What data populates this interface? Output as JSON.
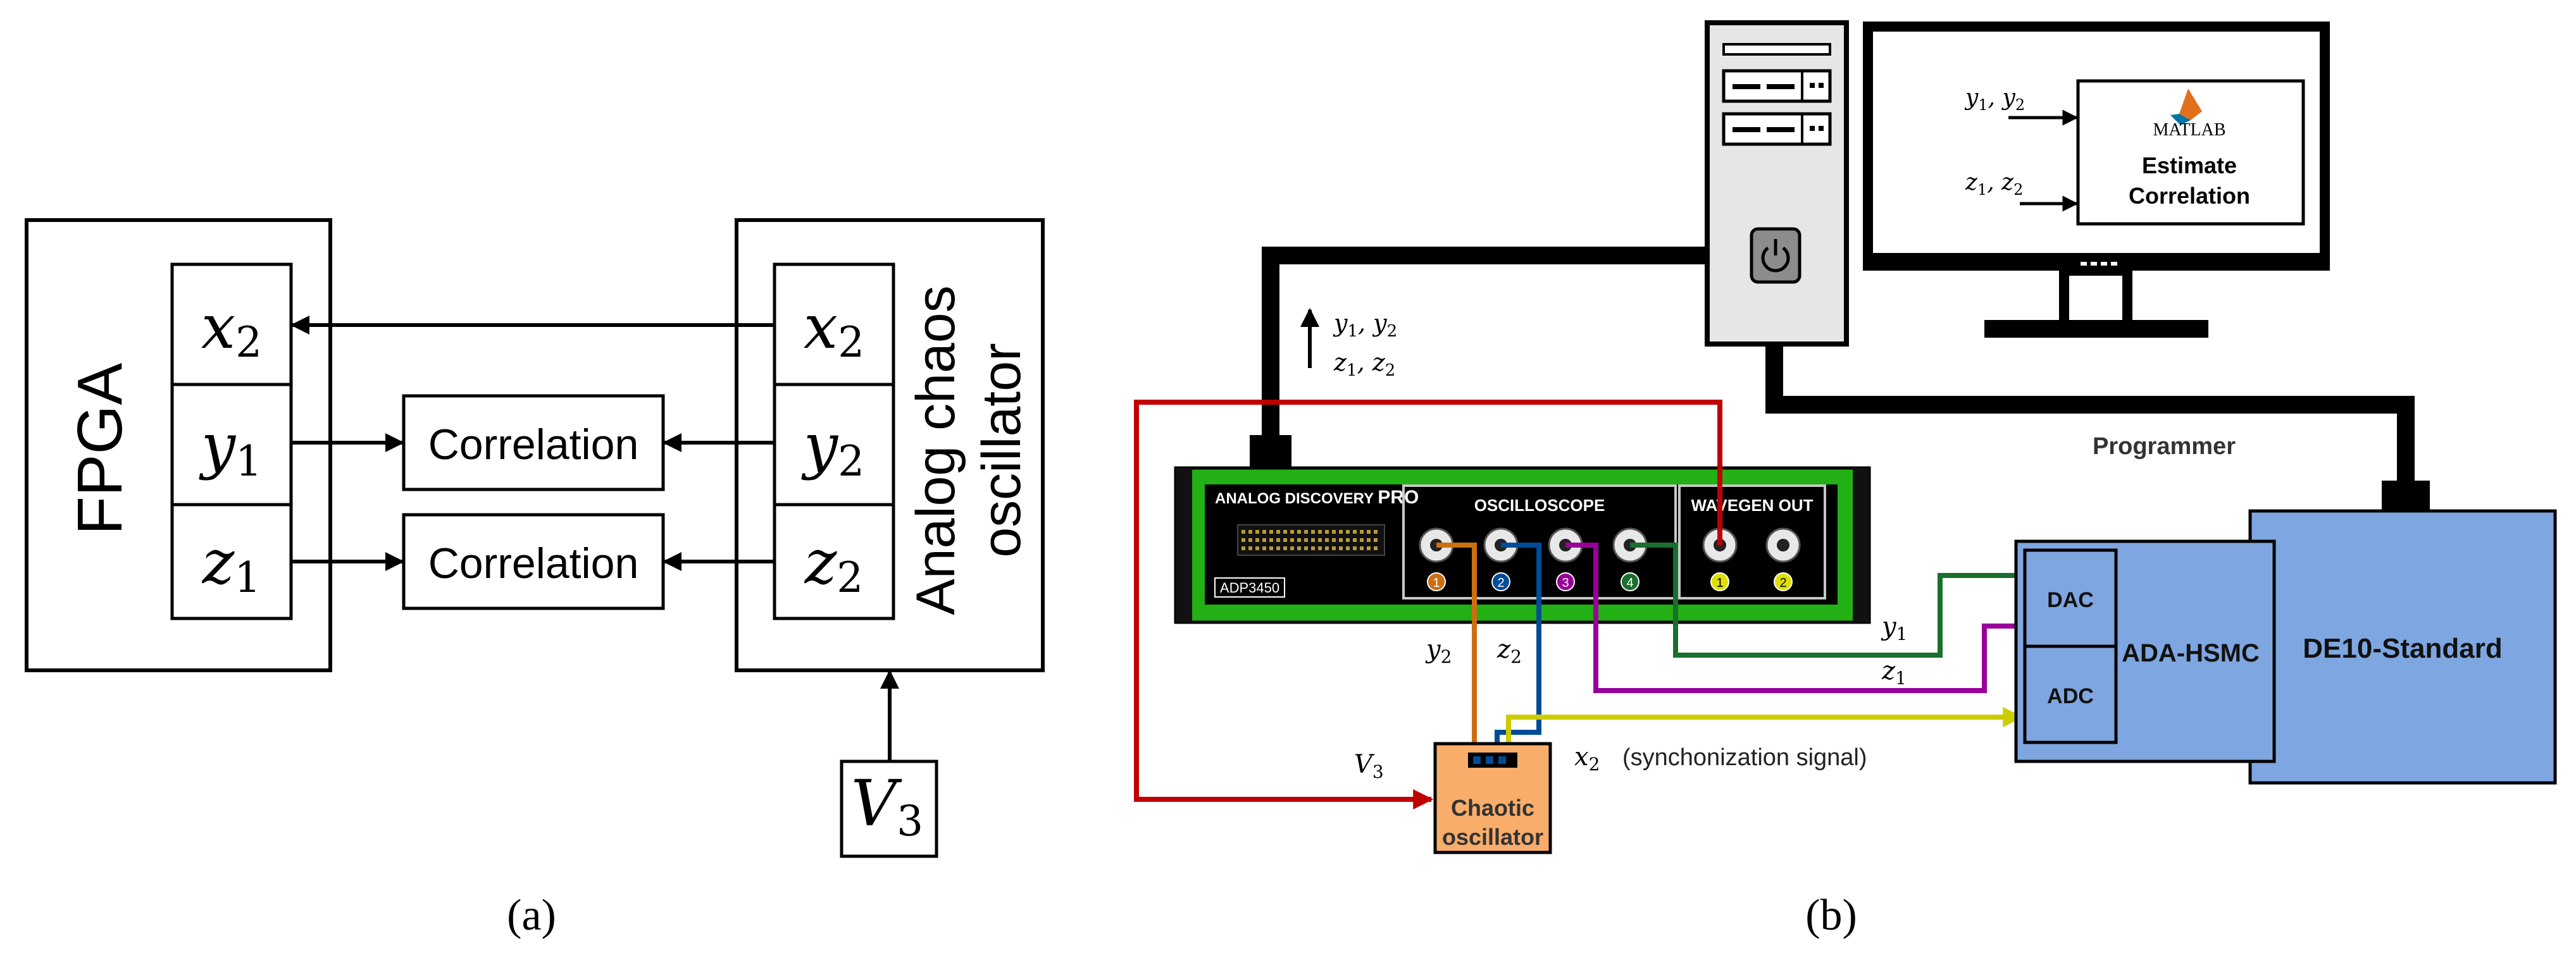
{
  "panel_a": {
    "caption": "(a)",
    "fpga": {
      "label": "FPGA",
      "signals": [
        "x2",
        "y1",
        "z1"
      ]
    },
    "oscillator": {
      "label_line1": "Analog chaos",
      "label_line2": "oscillator",
      "signals": [
        "x2",
        "y2",
        "z2"
      ]
    },
    "correlation_label": "Correlation",
    "input": "V3"
  },
  "panel_b": {
    "caption": "(b)",
    "device": {
      "brand": "ANALOG DISCOVERY",
      "brand_suffix": "PRO",
      "model": "ADP3450",
      "scope_label": "OSCILLOSCOPE",
      "wavegen_label": "WAVEGEN OUT",
      "scope_channels": [
        "1",
        "2",
        "3",
        "4"
      ],
      "wavegen_channels": [
        "1",
        "2"
      ]
    },
    "monitor": {
      "software": "MATLAB",
      "line1": "Estimate",
      "line2": "Correlation",
      "in_top": "y1, y2",
      "in_bottom": "z1, z2"
    },
    "usb_labels": {
      "top": "y1, y2",
      "bottom": "z1, z2"
    },
    "programmer_label": "Programmer",
    "hsmc": {
      "label": "ADA-HSMC",
      "dac": "DAC",
      "adc": "ADC"
    },
    "board": "DE10-Standard",
    "chaotic": {
      "line1": "Chaotic",
      "line2": "oscillator"
    },
    "wire_labels": {
      "y1": "y1",
      "z1": "z1",
      "y2": "y2",
      "z2": "z2",
      "v3": "V3",
      "x2": "x2",
      "sync": "(synchonization signal)"
    },
    "colors": {
      "device_green": "#22b014",
      "board_blue": "#7ea6e0",
      "oscillator_orange": "#f9ad6a",
      "wire_red": "#c00000",
      "wire_orange": "#cc6f11",
      "wire_blue": "#004c99",
      "wire_purple": "#990099",
      "wire_green": "#196f2d",
      "wire_yellow": "#cccc00"
    }
  }
}
